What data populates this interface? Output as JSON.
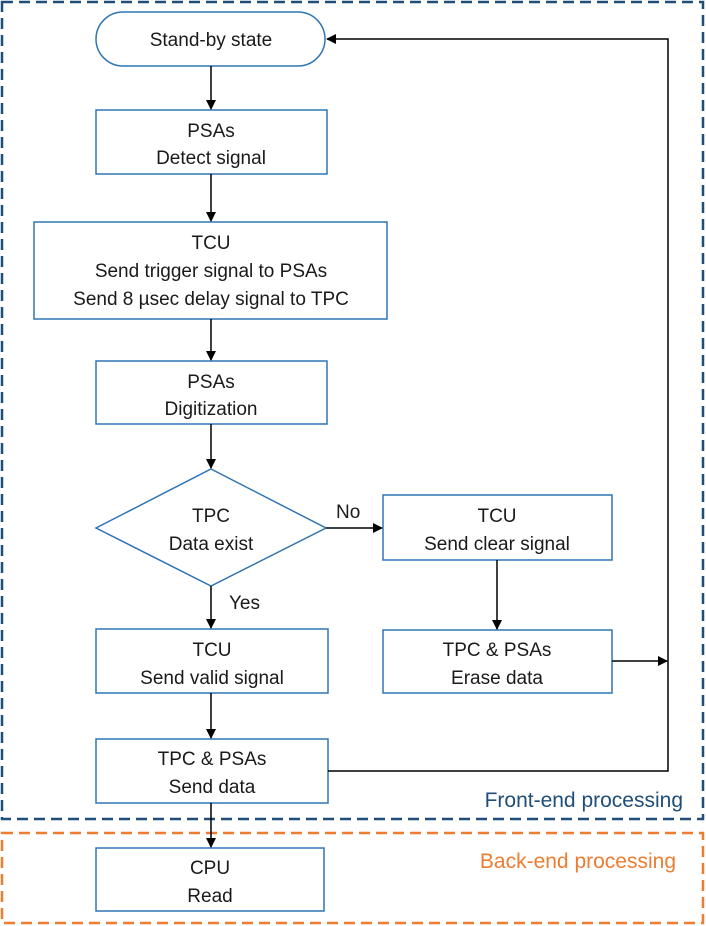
{
  "colors": {
    "node_border": "#2e75b6",
    "front_end": "#1f4e79",
    "back_end": "#ed7d31",
    "arrow": "#000000"
  },
  "regions": {
    "front_end": {
      "label": "Front-end processing"
    },
    "back_end": {
      "label": "Back-end processing"
    }
  },
  "nodes": {
    "standby": {
      "lines": [
        "Stand-by state"
      ]
    },
    "psa_detect": {
      "lines": [
        "PSAs",
        "Detect signal"
      ]
    },
    "tcu_trigger": {
      "lines": [
        "TCU",
        "Send trigger signal to PSAs",
        "Send 8 µsec delay signal to TPC"
      ]
    },
    "psa_digitize": {
      "lines": [
        "PSAs",
        "Digitization"
      ]
    },
    "tpc_decision": {
      "lines": [
        "TPC",
        "Data exist"
      ]
    },
    "tcu_clear": {
      "lines": [
        "TCU",
        "Send clear signal"
      ]
    },
    "erase": {
      "lines": [
        "TPC & PSAs",
        "Erase data"
      ]
    },
    "tcu_valid": {
      "lines": [
        "TCU",
        "Send valid signal"
      ]
    },
    "send_data": {
      "lines": [
        "TPC & PSAs",
        "Send data"
      ]
    },
    "cpu_read": {
      "lines": [
        "CPU",
        "Read"
      ]
    }
  },
  "edges": {
    "no_label": "No",
    "yes_label": "Yes"
  }
}
